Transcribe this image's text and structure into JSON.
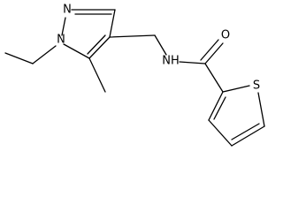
{
  "molecule": {
    "atoms": {
      "n_pyrazole_top": "N",
      "n_pyrazole_ethyl": "N",
      "n_amide": "NH",
      "o_carbonyl": "O",
      "s_thiophene": "S"
    }
  }
}
